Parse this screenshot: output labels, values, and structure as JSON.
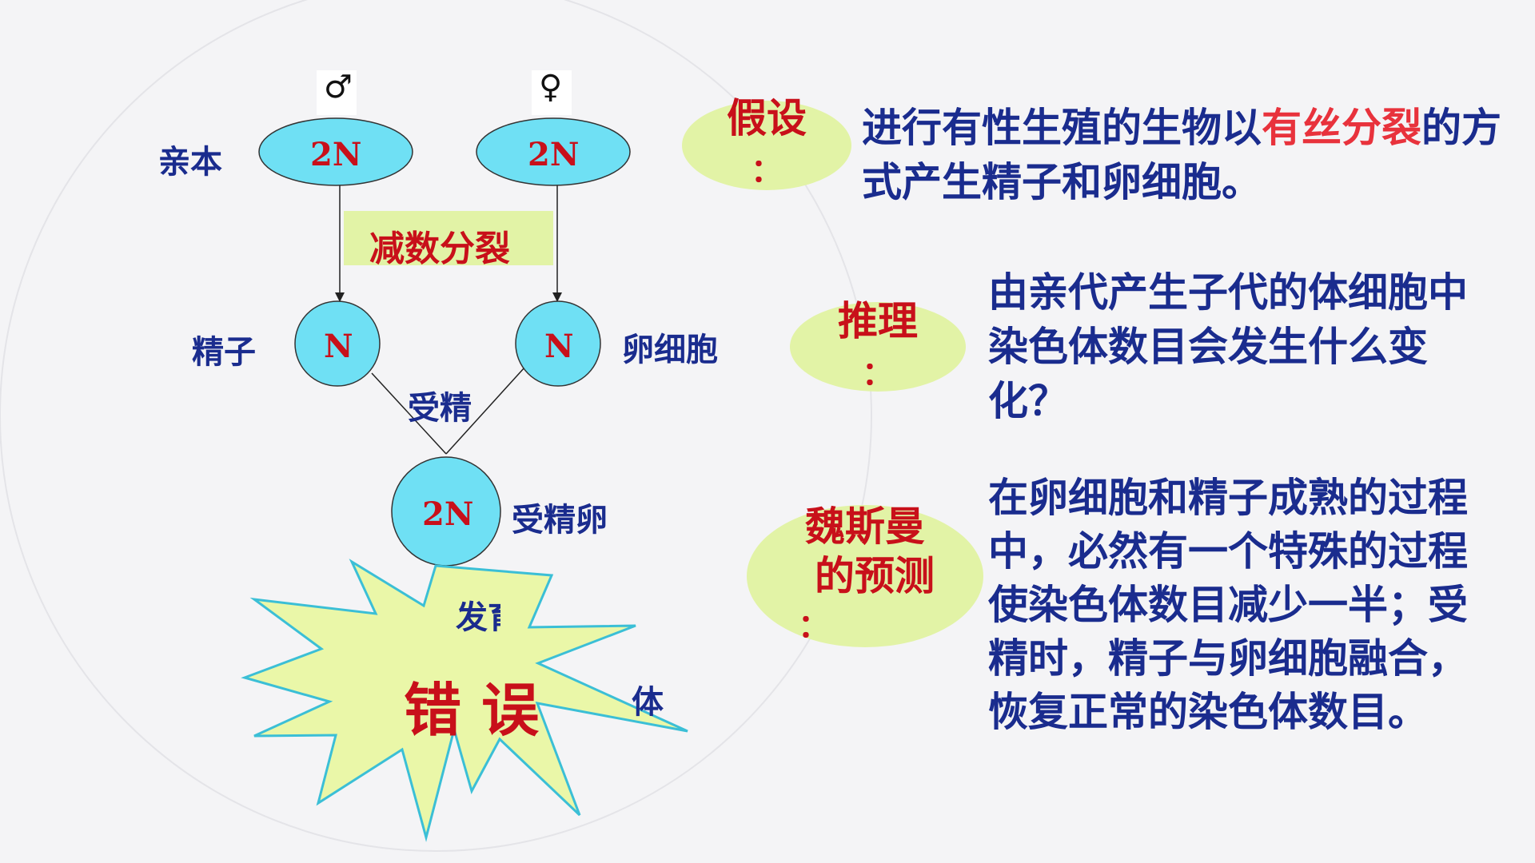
{
  "diagram": {
    "male_symbol": "♂",
    "female_symbol": "♀",
    "parent_label": "亲本",
    "parent_male_value": "2N",
    "parent_female_value": "2N",
    "meiosis_label": "减数分裂",
    "sperm_label": "精子",
    "sperm_value": "N",
    "egg_label": "卵细胞",
    "egg_value": "N",
    "fertilization_label": "受精",
    "zygote_value": "2N",
    "zygote_label": "受精卵",
    "development_label": "发育",
    "organism_label_partial": "体",
    "error_label": "错 误"
  },
  "hypothesis": {
    "tag_line1": "假设",
    "tag_line2": "：",
    "text_before": "进行有性生殖的生物以",
    "text_highlight": "有丝分裂",
    "text_after": "的方式产生精子和卵细胞。"
  },
  "reasoning": {
    "tag_line1": "推理",
    "tag_line2": "：",
    "text": "由亲代产生子代的体细胞中染色体数目会发生什么变化？"
  },
  "weismann": {
    "tag_line1": "魏斯曼",
    "tag_line2": "的预测",
    "tag_line3": "：",
    "text": "在卵细胞和精子成熟的过程中，必然有一个特殊的过程使染色体数目减少一半；受精时，精子与卵细胞融合，恢复正常的染色体数目。"
  },
  "colors": {
    "title_blue": "#1a2c8e",
    "accent_red": "#c8101a",
    "highlight_red": "#e8323c",
    "cell_fill": "#6fe0f4",
    "tag_fill": "#e2f3a6",
    "burst_fill": "#eaf7a8",
    "burst_stroke": "#3bbfd6"
  }
}
